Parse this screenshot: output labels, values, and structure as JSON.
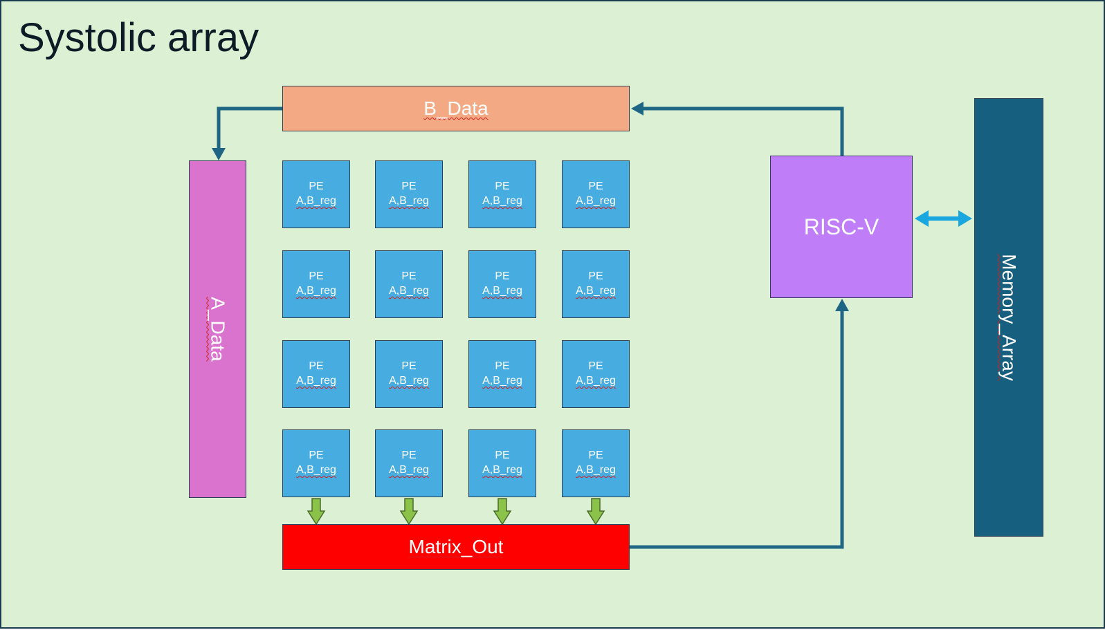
{
  "title": "Systolic array",
  "blocks": {
    "b_data": "B_Data",
    "a_data": "A_Data",
    "matrix_out": "Matrix_Out",
    "risc_v": "RISC-V",
    "memory_array": "Memory_Array"
  },
  "pe": {
    "label": "PE",
    "reg": "A,B_reg",
    "rows": 4,
    "cols": 4
  },
  "colors": {
    "background": "#dcf1d3",
    "b_data": "#f4a985",
    "a_data": "#d973cd",
    "pe": "#47ade1",
    "matrix_out": "#ff0000",
    "risc_v": "#bf7ef8",
    "memory_array": "#175f7e",
    "connector": "#1f6584",
    "bidirectional_arrow": "#1aa7e0",
    "down_arrow": "#8bc34a"
  }
}
